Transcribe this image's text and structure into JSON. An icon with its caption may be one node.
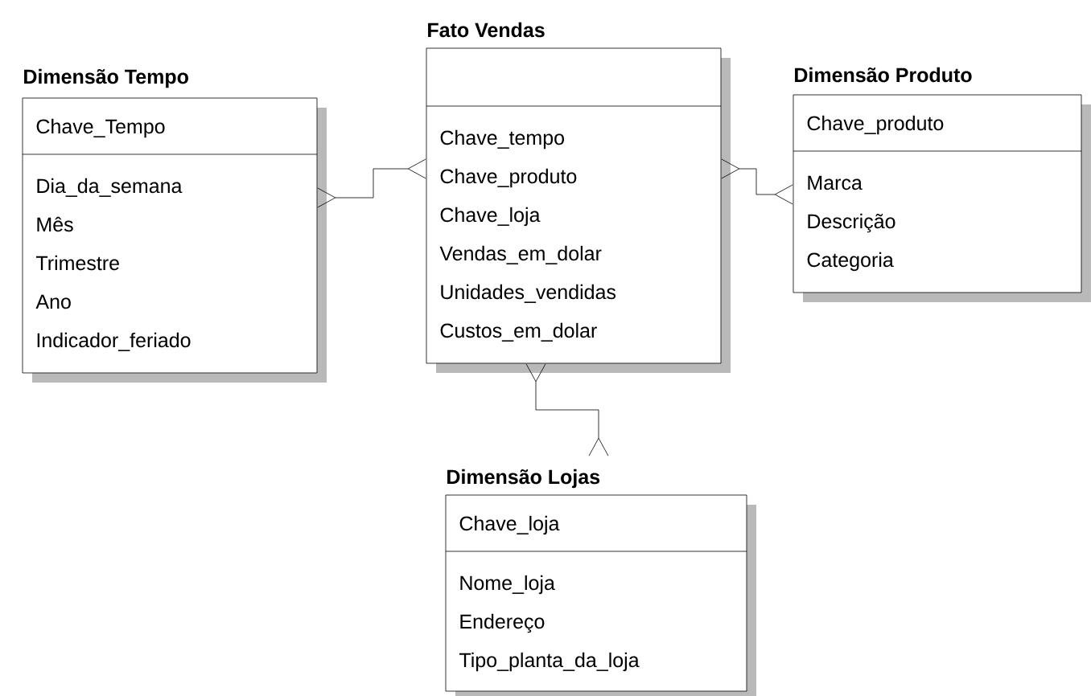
{
  "diagram": {
    "nodes": [
      {
        "text": [
          "Dimensão Tempo",
          "Chave_Tempo",
          "Dia_da_semana",
          "Mês",
          "Trimestre",
          "Ano",
          "Indicador_feriado"
        ]
      },
      {
        "text": [
          "Fato Vendas",
          "Chave_tempo",
          "Chave_produto",
          "Chave_loja",
          "Vendas_em_dolar",
          "Unidades_vendidas",
          "Custos_em_dolar"
        ]
      },
      {
        "text": [
          "Dimensão Produto",
          "Chave_produto",
          "Marca",
          "Descrição",
          "Categoria"
        ]
      },
      {
        "text": [
          "Dimensão Lojas",
          "Chave_loja",
          "Nome_loja",
          "Endereço",
          "Tipo_planta_da_loja"
        ]
      }
    ],
    "edges": [
      {
        "from": 0,
        "to": 1,
        "arrow": "other"
      },
      {
        "from": 2,
        "to": 1,
        "arrow": "other"
      },
      {
        "from": 3,
        "to": 1,
        "arrow": "other"
      }
    ]
  }
}
